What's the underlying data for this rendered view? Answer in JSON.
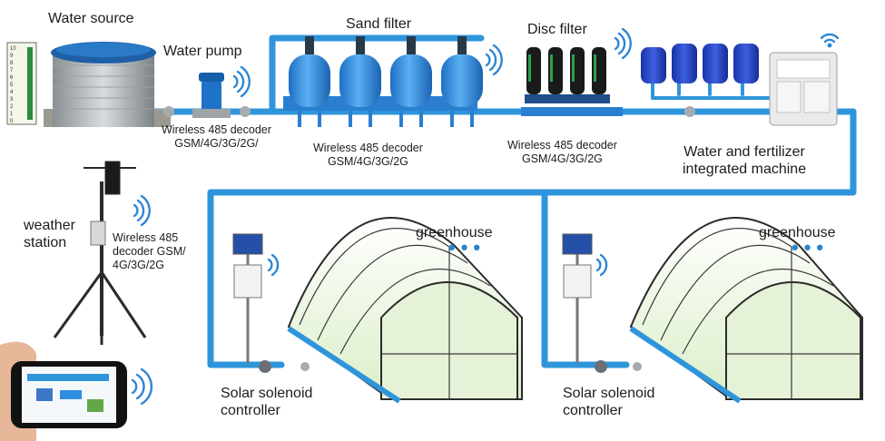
{
  "labels": {
    "water_source": "Water source",
    "water_pump": "Water pump",
    "sand_filter": "Sand filter",
    "disc_filter": "Disc filter",
    "pump_decoder": [
      "Wireless 485 decoder",
      "GSM/4G/3G/2G/"
    ],
    "sand_decoder": [
      "Wireless 485 decoder",
      "GSM/4G/3G/2G"
    ],
    "disc_decoder": [
      "Wireless 485 decoder",
      "GSM/4G/3G/2G"
    ],
    "fert_machine": [
      "Water and fertilizer",
      "integrated machine"
    ],
    "weather_station": [
      "weather",
      "station"
    ],
    "weather_decoder": [
      "Wireless 485",
      "decoder GSM/",
      "4G/3G/2G"
    ],
    "greenhouse_1": "greenhouse",
    "greenhouse_2": "greenhouse",
    "controller_1": [
      "Solar solenoid",
      "controller"
    ],
    "controller_2": [
      "Solar solenoid",
      "controller"
    ],
    "gauge_ticks": [
      "10",
      "9",
      "8",
      "7",
      "6",
      "5",
      "4",
      "3",
      "2",
      "1",
      "0"
    ],
    "greenhouse_dots": "•••"
  },
  "colors": {
    "pipe": "#2f95db",
    "pipe_dark": "#1d6fb0",
    "tank_blue": "#1f3fbf",
    "filter_blue": "#2f8ee0",
    "disc_black": "#1a1a1a",
    "wifi": "#2e86d4",
    "gauge_green": "#2e8b3e"
  },
  "icons": [
    "wifi-icon",
    "solar-panel-icon",
    "smartphone-icon",
    "pump-icon",
    "valve-icon"
  ]
}
